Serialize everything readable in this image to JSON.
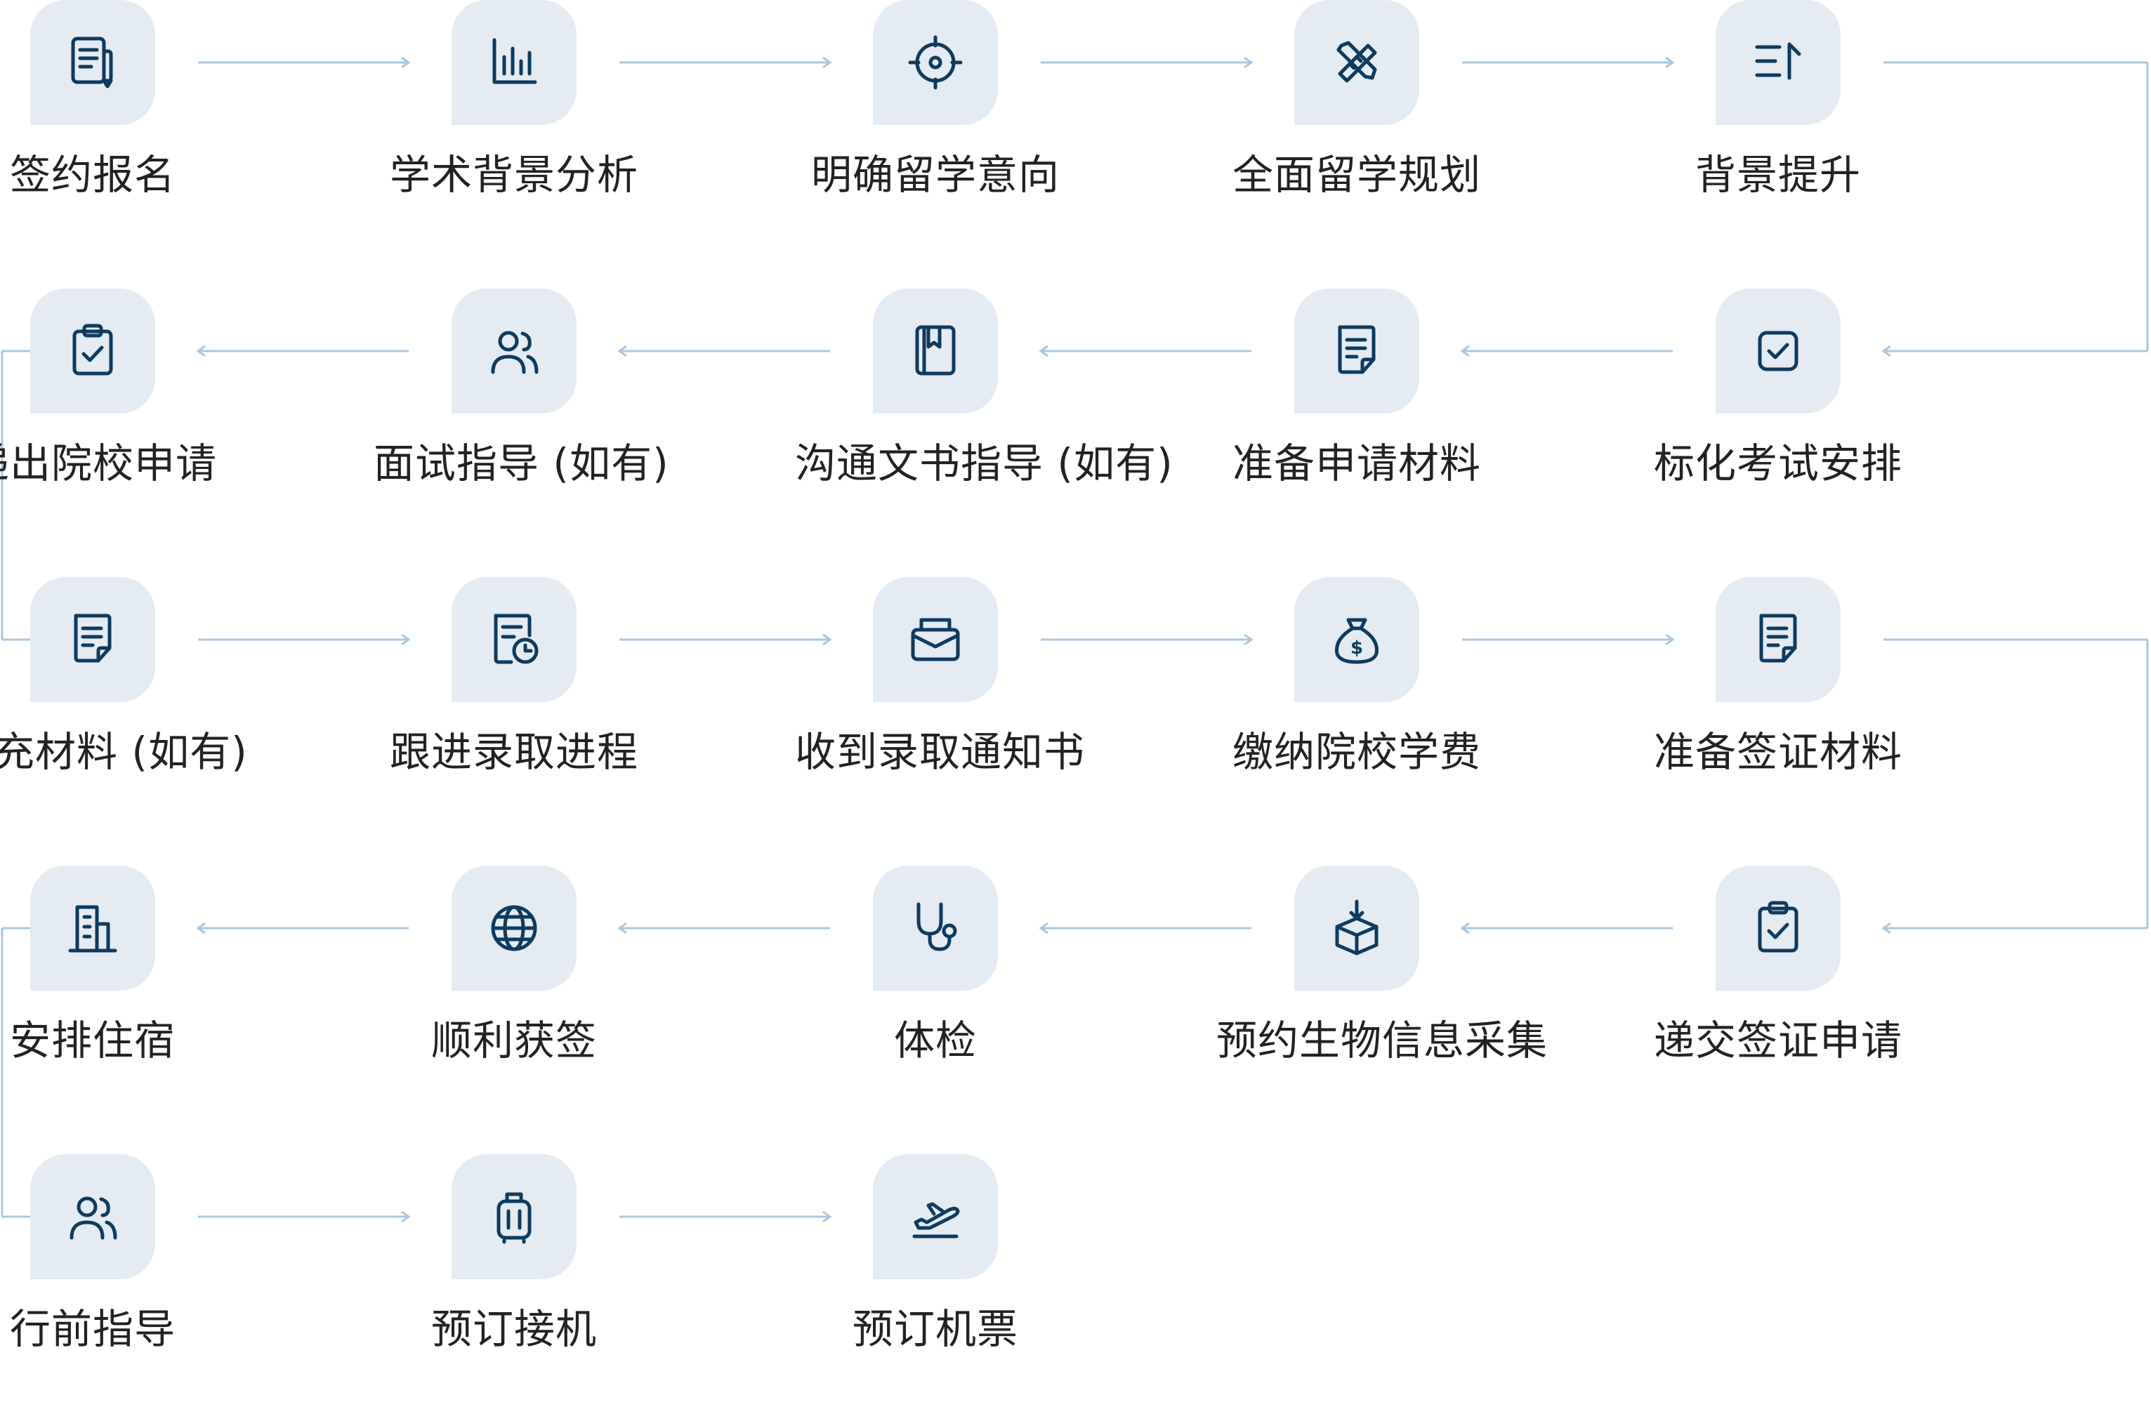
{
  "colors": {
    "accent": "#0e3a5e",
    "tile": "#e4ebf2",
    "connector": "#a9c7e0",
    "text": "#222222"
  },
  "steps": [
    {
      "label": "签约报名",
      "icon": "contract-doc-icon"
    },
    {
      "label": "学术背景分析",
      "icon": "bar-chart-icon"
    },
    {
      "label": "明确留学意向",
      "icon": "target-icon"
    },
    {
      "label": "全面留学规划",
      "icon": "ruler-pencil-icon"
    },
    {
      "label": "背景提升",
      "icon": "sort-up-icon"
    },
    {
      "label": "标化考试安排",
      "icon": "checkbox-icon"
    },
    {
      "label": "准备申请材料",
      "icon": "document-icon"
    },
    {
      "label": "沟通文书指导 (如有)",
      "icon": "book-icon"
    },
    {
      "label": "面试指导 (如有)",
      "icon": "users-icon"
    },
    {
      "label": "递出院校申请",
      "icon": "clipboard-check-icon"
    },
    {
      "label": "补充材料 (如有)",
      "icon": "document-icon"
    },
    {
      "label": "跟进录取进程",
      "icon": "doc-clock-icon"
    },
    {
      "label": "收到录取通知书",
      "icon": "envelope-icon"
    },
    {
      "label": "缴纳院校学费",
      "icon": "money-bag-icon"
    },
    {
      "label": "准备签证材料",
      "icon": "document-icon"
    },
    {
      "label": "递交签证申请",
      "icon": "clipboard-check-icon"
    },
    {
      "label": "预约生物信息采集",
      "icon": "box-download-icon"
    },
    {
      "label": "体检",
      "icon": "stethoscope-icon"
    },
    {
      "label": "顺利获签",
      "icon": "globe-icon"
    },
    {
      "label": "安排住宿",
      "icon": "building-icon"
    },
    {
      "label": "行前指导",
      "icon": "users-icon"
    },
    {
      "label": "预订接机",
      "icon": "luggage-icon"
    },
    {
      "label": "预订机票",
      "icon": "plane-icon"
    }
  ]
}
